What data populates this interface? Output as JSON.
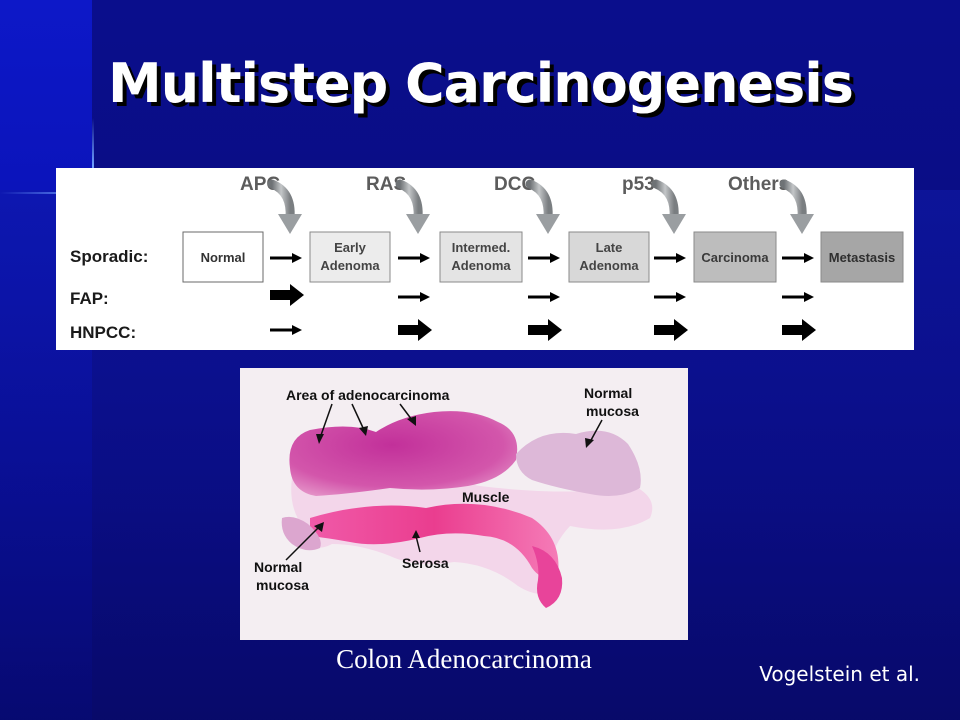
{
  "slide": {
    "title": "Multistep Carcinogenesis",
    "caption": "Colon Adenocarcinoma",
    "citation": "Vogelstein et al."
  },
  "pathway": {
    "genes": [
      "APC",
      "RAS",
      "DCC",
      "p53",
      "Others"
    ],
    "stages": [
      "Normal",
      "Early\nAdenoma",
      "Intermed.\nAdenoma",
      "Late\nAdenoma",
      "Carcinoma",
      "Metastasis"
    ],
    "rows": [
      {
        "label": "Sporadic:",
        "arrows": [
          "thin",
          "thin",
          "thin",
          "thin",
          "thin"
        ]
      },
      {
        "label": "FAP:",
        "arrows": [
          "thick",
          "thin",
          "thin",
          "thin",
          "thin"
        ]
      },
      {
        "label": "HNPCC:",
        "arrows": [
          "thin",
          "thick",
          "thick",
          "thick",
          "thick"
        ]
      }
    ]
  },
  "histology": {
    "labels": {
      "adenocarcinoma": "Area of adenocarcinoma",
      "normal_top_1": "Normal",
      "normal_top_2": "mucosa",
      "muscle": "Muscle",
      "normal_left_1": "Normal",
      "normal_left_2": "mucosa",
      "serosa": "Serosa"
    }
  }
}
